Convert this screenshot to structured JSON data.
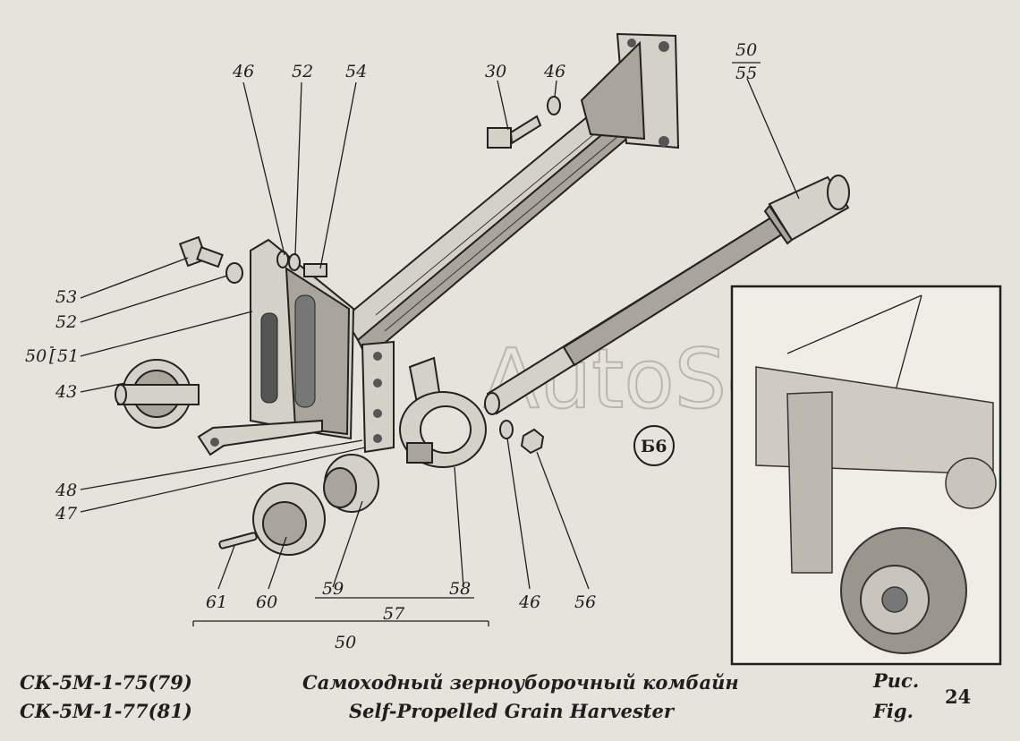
{
  "callouts": {
    "n46a": "46",
    "n52a": "52",
    "n54": "54",
    "n30": "30",
    "n46b": "46",
    "n50_top": "50",
    "n55": "55",
    "n53": "53",
    "n52b": "52",
    "n50_51": "50",
    "n51": "51",
    "n43": "43",
    "n48": "48",
    "n47": "47",
    "n61": "61",
    "n60": "60",
    "n59": "59",
    "n58": "58",
    "n46c": "46",
    "n56": "56",
    "n57": "57",
    "n50_bottom": "50"
  },
  "view_label": "Б6",
  "watermark": "AutoSoft",
  "footer": {
    "model_1": "СК-5М-1-75(79)",
    "model_2": "СК-5М-1-77(81)",
    "title_ru": "Самоходный зерноуборочный комбайн",
    "title_en": "Self-Propelled Grain Harvester",
    "fig_ru": "Рис.",
    "fig_en": "Fig.",
    "fig_number": "24"
  }
}
